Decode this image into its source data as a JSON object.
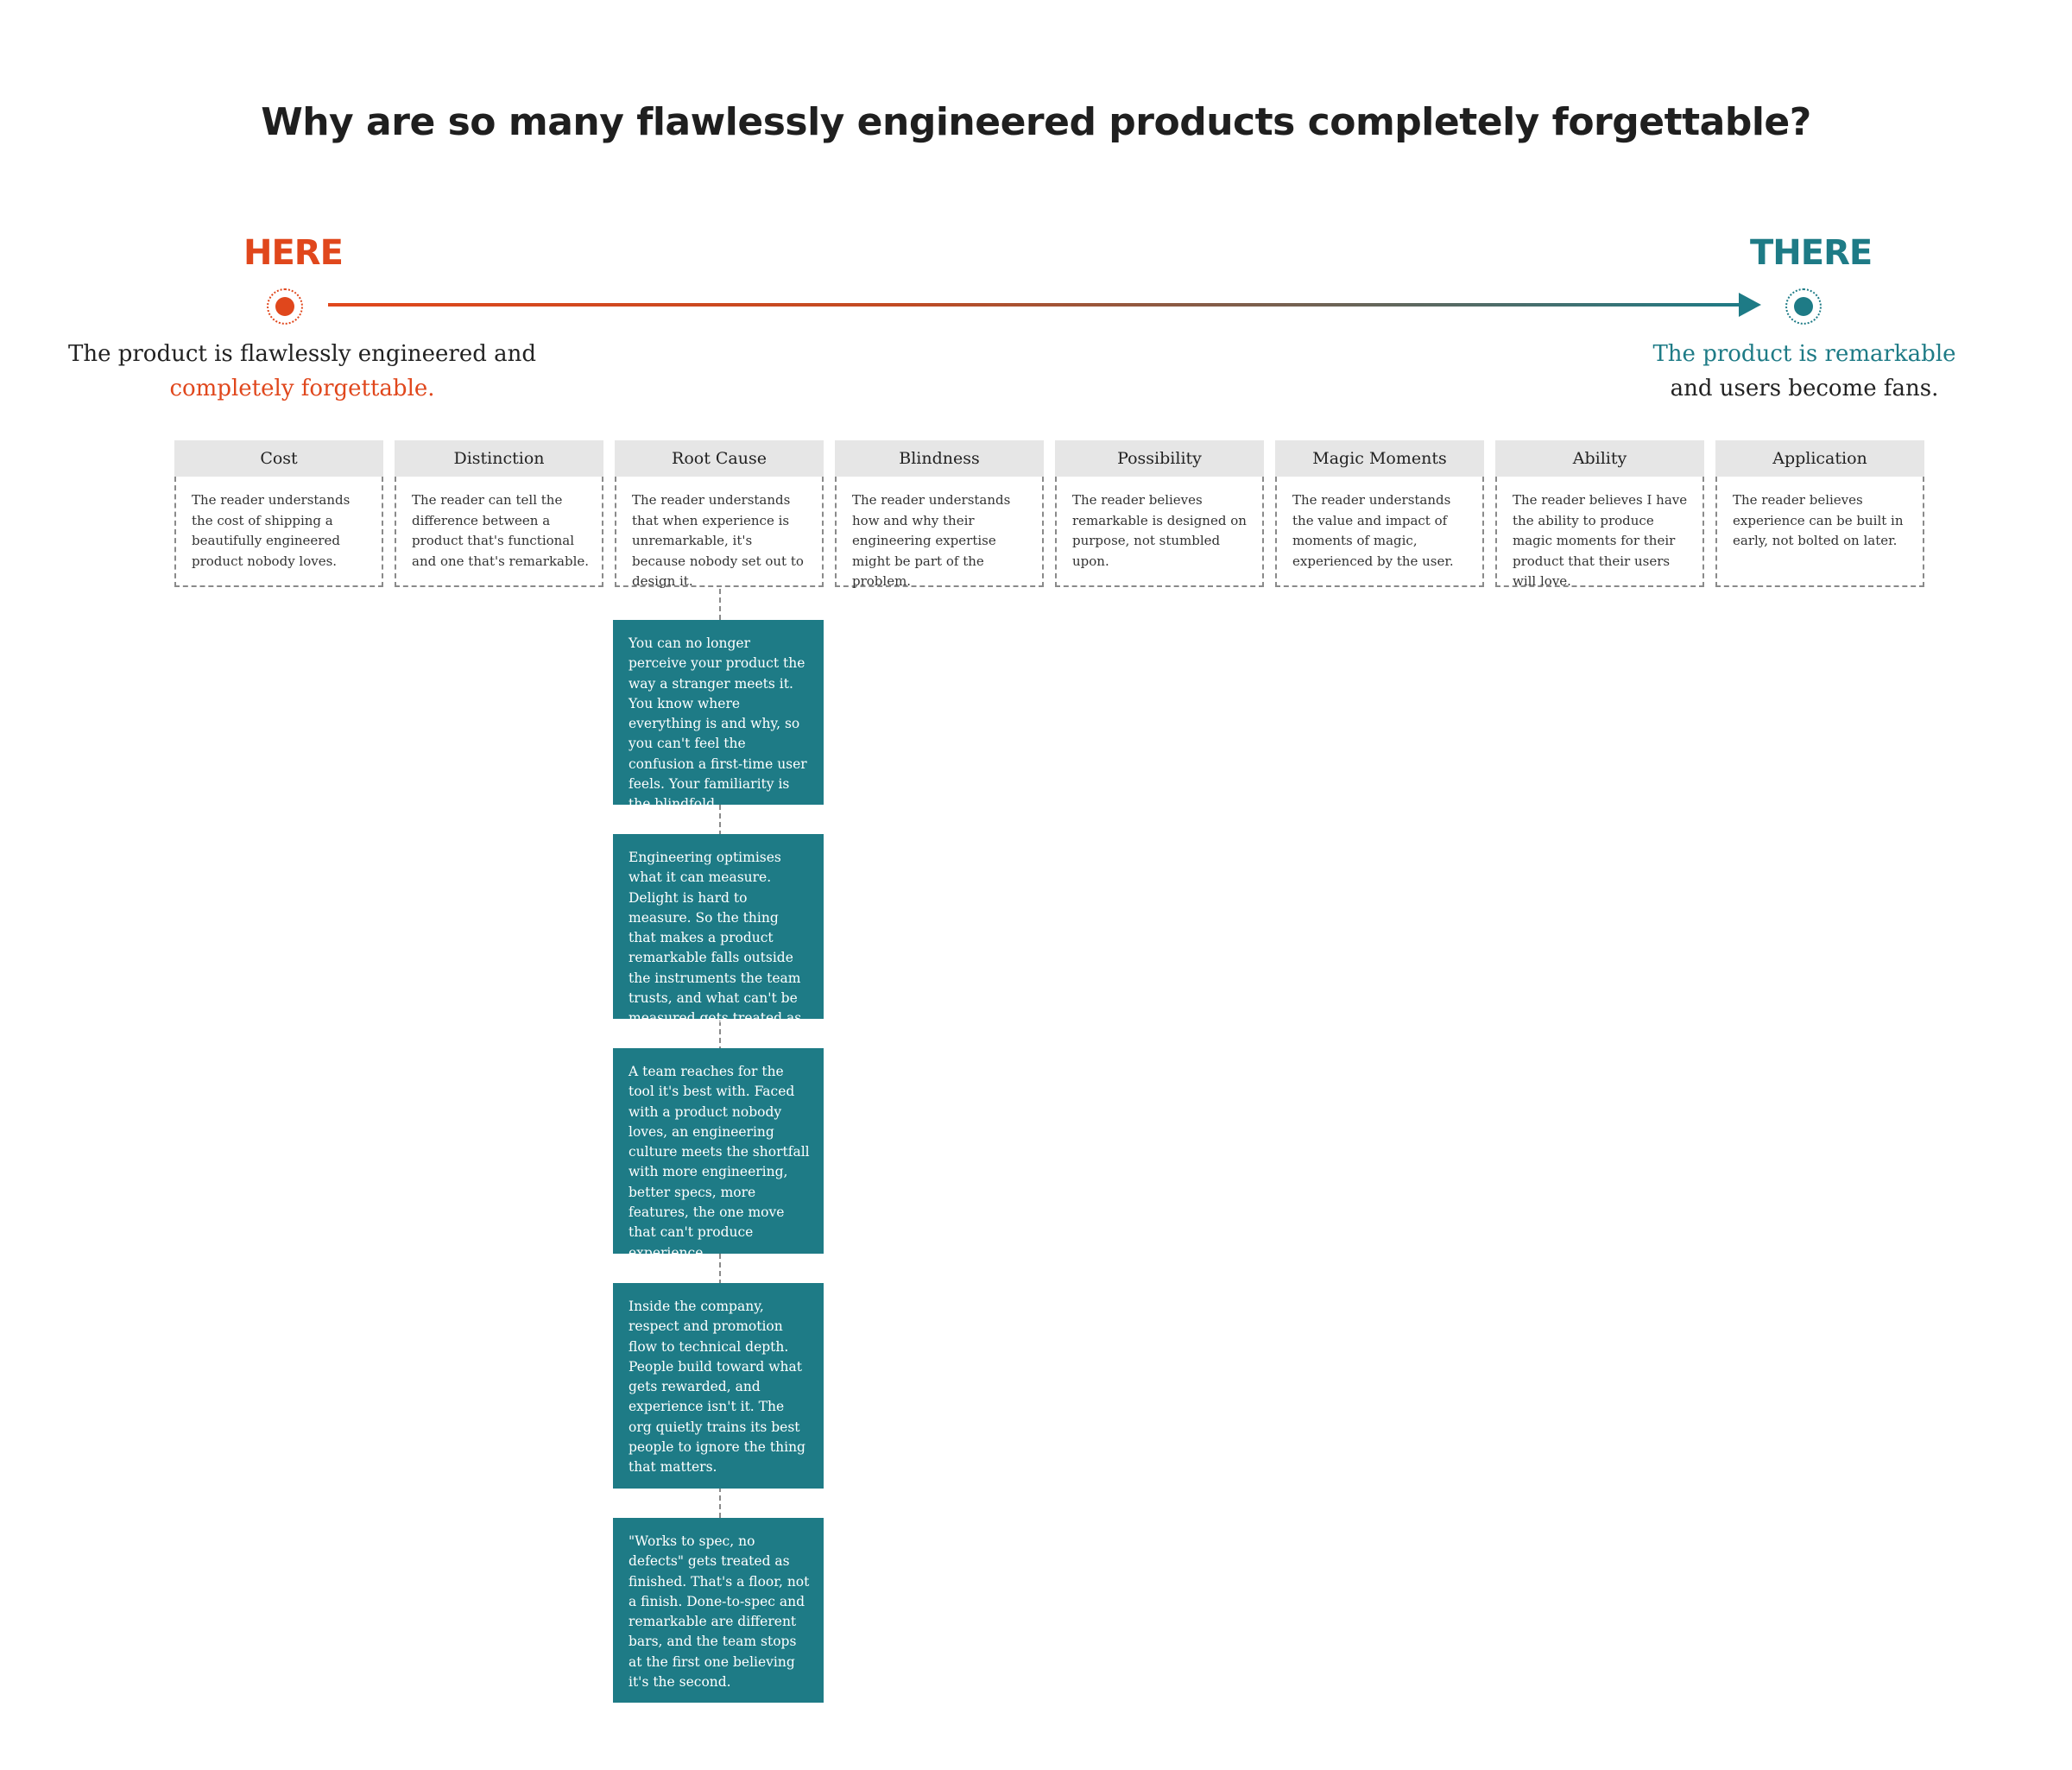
{
  "title": "Why are so many flawlessly engineered products completely forgettable?",
  "here": {
    "label": "HERE",
    "line1": "The product is flawlessly engineered and",
    "line2": "completely forgettable."
  },
  "there": {
    "label": "THERE",
    "line1": "The product is remarkable",
    "line2": "and users become fans."
  },
  "colors": {
    "here": "#e0471c",
    "there": "#1e7b86"
  },
  "columns": [
    {
      "title": "Cost",
      "text": "The reader understands the cost of shipping a beautifully engineered product nobody loves."
    },
    {
      "title": "Distinction",
      "text": "The reader can tell the difference between a product that's functional and one that's remarkable."
    },
    {
      "title": "Root Cause",
      "text": "The reader understands that when experience is unremarkable, it's because nobody set out to design it."
    },
    {
      "title": "Blindness",
      "text": "The reader understands how and why their engineering expertise might be part of the problem."
    },
    {
      "title": "Possibility",
      "text": "The reader believes remarkable is designed on purpose, not stumbled upon."
    },
    {
      "title": "Magic Moments",
      "text": "The reader understands the value and impact of moments of magic, experienced by the user."
    },
    {
      "title": "Ability",
      "text": "The reader believes I have the ability to produce magic moments for their product that their users will love."
    },
    {
      "title": "Application",
      "text": "The reader believes experience can be built in early, not bolted on later."
    }
  ],
  "root_cause_cards": [
    "You can no longer perceive your product the way a stranger meets it. You know where everything is and why, so you can't feel the confusion a first-time user feels. Your familiarity is the blindfold.",
    "Engineering optimises what it can measure. Delight is hard to measure. So the thing that makes a product remarkable falls outside the instruments the team trusts, and what can't be measured gets treated as not real.",
    "A team reaches for the tool it's best with. Faced with a product nobody loves, an engineering culture meets the shortfall with more engineering, better specs, more features, the one move that can't produce experience.",
    "Inside the company, respect and promotion flow to technical depth. People build toward what gets rewarded, and experience isn't it. The org quietly trains its best people to ignore the thing that matters.",
    "\"Works to spec, no defects\" gets treated as finished. That's a floor, not a finish. Done-to-spec and remarkable are different bars, and the team stops at the first one believing it's the second."
  ]
}
